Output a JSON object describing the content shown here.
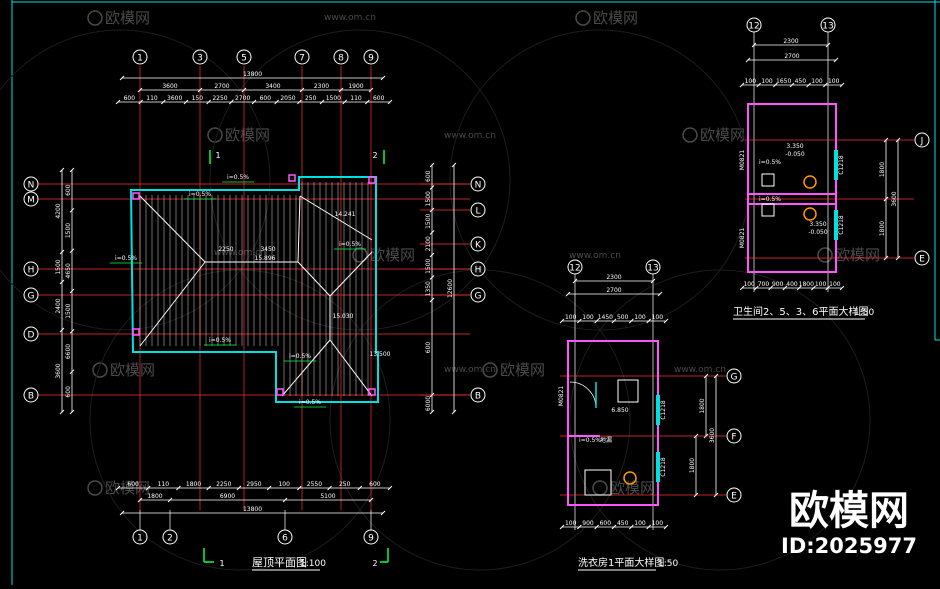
{
  "drawing": {
    "roof_plan": {
      "title": "屋顶平面图",
      "scale": "1:100",
      "section_marks": [
        "1",
        "2"
      ],
      "top_axes": [
        "1",
        "3",
        "5",
        "7",
        "8",
        "9"
      ],
      "bottom_axes": [
        "1",
        "2",
        "6",
        "9"
      ],
      "side_axes": [
        "N",
        "M",
        "H",
        "G",
        "D",
        "B"
      ],
      "right_axes": [
        "N",
        "L",
        "K",
        "H",
        "G",
        "B"
      ],
      "top_total": "13800",
      "top_dims_row1": [
        "3600",
        "2700",
        "3400",
        "2300",
        "1900"
      ],
      "top_dims_row2": [
        "600",
        "110",
        "3600",
        "150",
        "2250",
        "2700",
        "600",
        "2050",
        "250",
        "1500",
        "110",
        "600"
      ],
      "bottom_dims_row1": [
        "600",
        "110",
        "1800",
        "2250",
        "2950",
        "100",
        "2550",
        "250",
        "600"
      ],
      "bottom_dims_row2": [
        "1800",
        "6900",
        "5100"
      ],
      "bottom_total": "13800",
      "left_dims_outer": [
        "4200",
        "1500",
        "2400",
        "3600"
      ],
      "left_dims_inner": [
        "600",
        "1500",
        "4650",
        "1500",
        "6600",
        "600"
      ],
      "right_dims": [
        "600",
        "1500",
        "1500",
        "2100",
        "1500",
        "1350",
        "600",
        "6000",
        "12600"
      ],
      "slopes": [
        "i=0.5%",
        "i=0.5%",
        "i=0.5%",
        "i=0.5%",
        "i=0.5%",
        "i=0.5%",
        "i=0.5%"
      ],
      "elevations": [
        "15.896",
        "15.030",
        "13.500",
        "14.241"
      ],
      "inner_dims": [
        "2250",
        "3450"
      ]
    },
    "laundry_plan": {
      "title": "洗衣房1平面大样图",
      "scale": "1:50",
      "top_axes": [
        "12",
        "13"
      ],
      "right_axes": [
        "G",
        "F",
        "E"
      ],
      "top_dims_row1": [
        "2300"
      ],
      "top_dims_row2": [
        "2700"
      ],
      "top_dims_row3": [
        "100",
        "100",
        "1450",
        "500",
        "100",
        "100"
      ],
      "bottom_dims": [
        "100",
        "900",
        "600",
        "450",
        "100",
        "100"
      ],
      "right_dims": [
        "1800",
        "3600",
        "1800"
      ],
      "labels": [
        "M0821",
        "C1218",
        "C1218",
        "6.850",
        "i=0.5%",
        "地漏"
      ]
    },
    "toilet_plan": {
      "title": "卫生间2、5、3、6平面大样图",
      "scale": "1:50",
      "top_axes": [
        "12",
        "13"
      ],
      "right_axes": [
        "J",
        "E"
      ],
      "top_dims_row1": [
        "2300"
      ],
      "top_dims_row2": [
        "2700"
      ],
      "top_dims_row3": [
        "100",
        "100",
        "1650",
        "450",
        "100",
        "100"
      ],
      "bottom_dims": [
        "100",
        "700",
        "900",
        "400",
        "1800",
        "100",
        "100"
      ],
      "right_dims": [
        "1800",
        "3600",
        "1800"
      ],
      "labels": [
        "M0821",
        "M0821",
        "C1218",
        "C1218",
        "3.350",
        "-0.050",
        "3.350",
        "-0.050",
        "i=0.5%",
        "i=0.5%"
      ]
    }
  },
  "watermark": {
    "brand": "欧模网",
    "site": "www.om.cn",
    "id_text": "ID:2025977"
  },
  "colors": {
    "background": "#000000",
    "dimension": "#ffffff",
    "axis_line": "#ff3030",
    "axis_bubble": "#ffffff",
    "wall": "#ff55ff",
    "roof_hatch": "#d8d8d8",
    "green": "#00ff44",
    "cyan": "#00e0e0",
    "watermark": "#4a4a4a"
  }
}
